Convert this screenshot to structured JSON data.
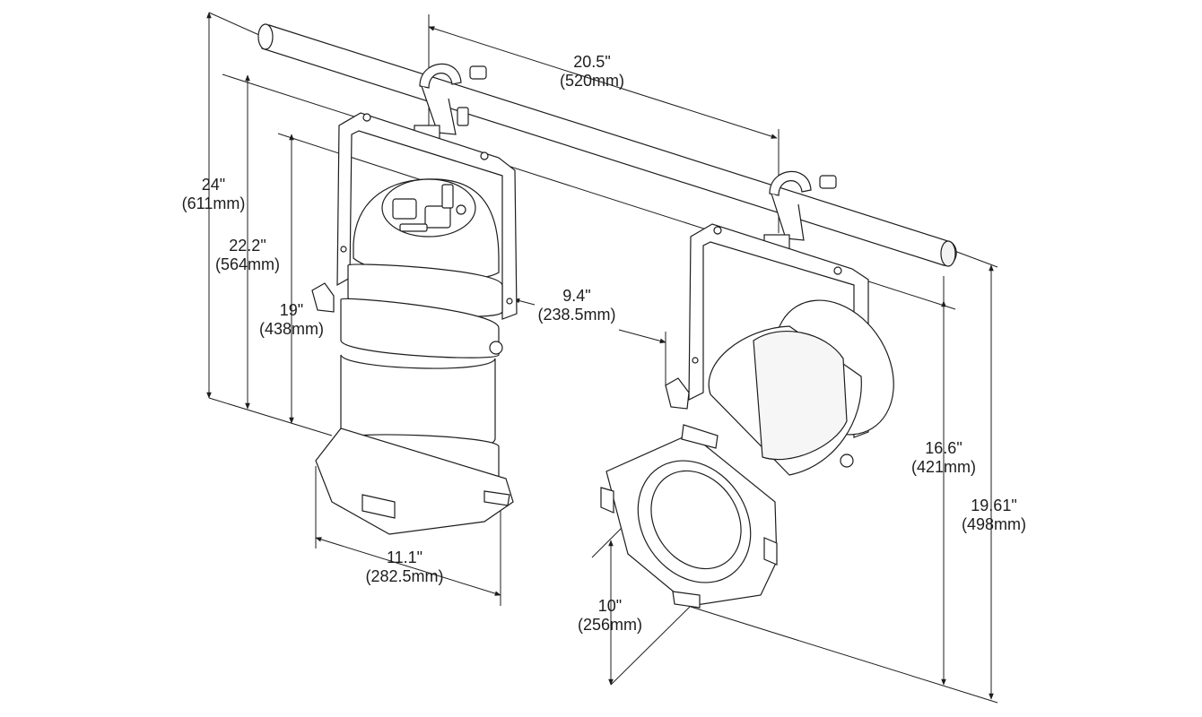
{
  "dimensions": {
    "overall_height": {
      "value": "24\"",
      "metric": "(611mm)"
    },
    "yoke_height": {
      "value": "22.2\"",
      "metric": "(564mm)"
    },
    "body_height": {
      "value": "19\"",
      "metric": "(438mm)"
    },
    "pipe_to_lens_width": {
      "value": "20.5\"",
      "metric": "(520mm)"
    },
    "yoke_depth": {
      "value": "9.4\"",
      "metric": "(238.5mm)"
    },
    "barndoor_width": {
      "value": "11.1\"",
      "metric": "(282.5mm)"
    },
    "lens_diameter": {
      "value": "10\"",
      "metric": "(256mm)"
    },
    "tilt_height": {
      "value": "16.6\"",
      "metric": "(421mm)"
    },
    "tilt_total_height": {
      "value": "19.61\"",
      "metric": "(498mm)"
    }
  },
  "colors": {
    "line": "#1d1d1d",
    "fill": "#ffffff",
    "shade": "#e9e9e9"
  }
}
